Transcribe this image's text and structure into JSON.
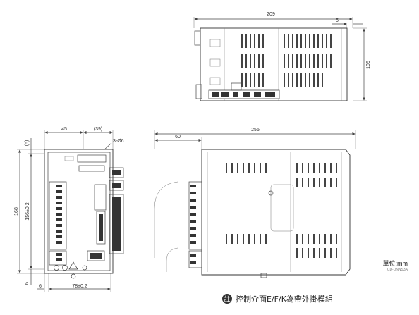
{
  "dimensions": {
    "top_width": "209",
    "top_offset": "5",
    "top_height": "105",
    "front_left": "45",
    "front_mid": "(39)",
    "front_holes": "3-Ø6",
    "front_top_small": "(6)",
    "front_height_total": "168",
    "front_height_inner": "156±0.2",
    "front_bottom_small": "6",
    "front_bottom_left": "6",
    "front_bottom_width": "78±0.2",
    "side_left": "60",
    "side_width": "255"
  },
  "unit_label": "單位:mm",
  "code_label": "CD-DNNS3A",
  "note_badge": "註",
  "note_text": "控制介面E/F/K為帶外掛模組"
}
